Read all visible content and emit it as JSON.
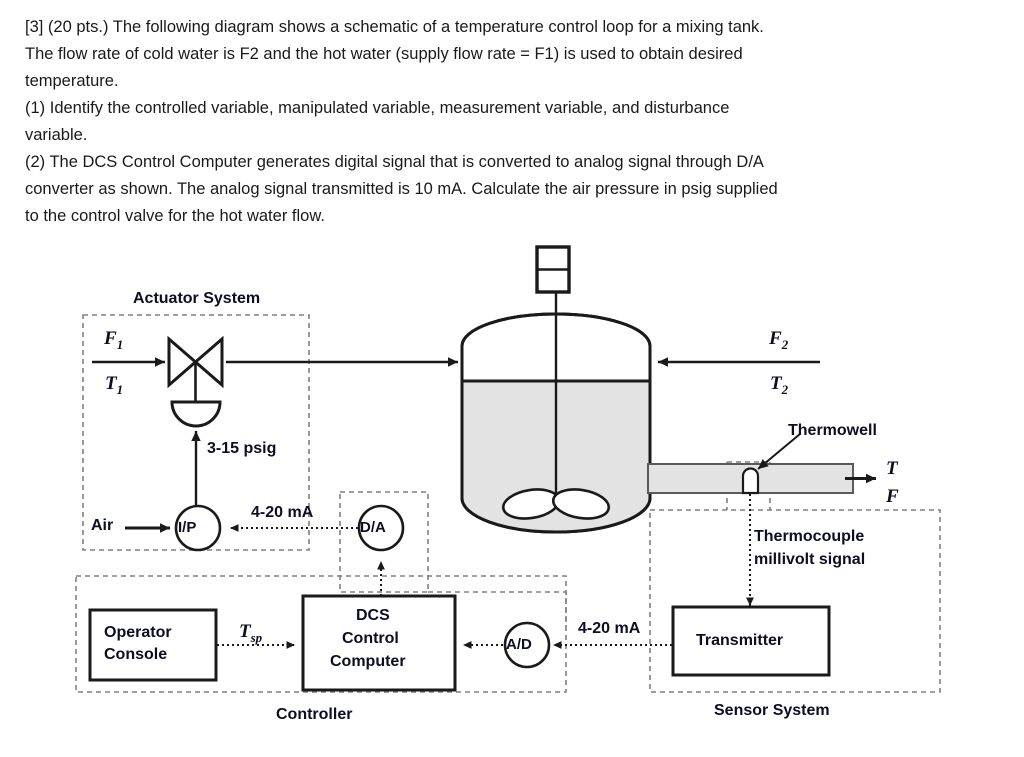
{
  "problem": {
    "lines": [
      "[3] (20 pts.) The following diagram shows a schematic of a temperature control loop for a mixing tank.",
      "The flow rate of cold water is F2 and the hot water (supply flow rate = F1)  is used to obtain desired",
      "temperature.",
      "(1) Identify the controlled variable, manipulated variable, measurement variable, and disturbance",
      "variable.",
      "(2) The DCS Control Computer generates digital signal that is converted to analog signal through D/A",
      "converter as shown. The analog signal transmitted is 10 mA. Calculate the air pressure in psig supplied",
      "to the control valve for the hot water flow."
    ]
  },
  "diagram": {
    "groups": {
      "actuator_system": "Actuator System",
      "controller": "Controller",
      "sensor_system": "Sensor  System"
    },
    "streams": {
      "hot_flow": "F",
      "hot_flow_sub": "1",
      "hot_temp": "T",
      "hot_temp_sub": "1",
      "cold_flow": "F",
      "cold_flow_sub": "2",
      "cold_temp": "T",
      "cold_temp_sub": "2",
      "outlet_temp": "T",
      "outlet_flow": "F",
      "air": "Air"
    },
    "signals": {
      "pneumatic": "3-15 psig",
      "da_to_ip": "4-20 mA",
      "transmitter_to_ad": "4-20 mA",
      "thermocouple": "Thermocouple\nmillivolt signal",
      "thermocouple_line1": "Thermocouple",
      "thermocouple_line2": "millivolt signal",
      "setpoint": "T",
      "setpoint_sub": "sp"
    },
    "blocks": {
      "operator_console_line1": "Operator",
      "operator_console_line2": "Console",
      "dcs_line1": "DCS",
      "dcs_line2": "Control",
      "dcs_line3": "Computer",
      "transmitter": "Transmitter"
    },
    "converters": {
      "ip": "I/P",
      "da": "D/A",
      "ad": "A/D"
    },
    "annotations": {
      "thermowell": "Thermowell"
    },
    "colors": {
      "stroke": "#1a1a1a",
      "tank_fill": "#e3e3e3",
      "pipe_fill": "#e3e3e3",
      "dashed": "#808080",
      "text": "#0d0d23"
    }
  }
}
